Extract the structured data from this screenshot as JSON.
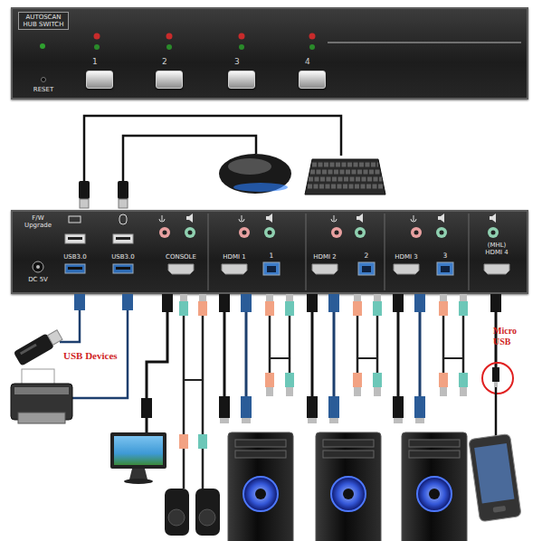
{
  "diagram": {
    "nodes": [
      {
        "text": [
          "AUTOSCAN HUB SWITCH",
          "RESET"
        ]
      },
      {
        "text": [
          "1"
        ],
        "in": 0
      },
      {
        "text": [
          "2"
        ],
        "in": 0
      },
      {
        "text": [
          "3"
        ],
        "in": 0
      },
      {
        "text": [
          "4"
        ],
        "in": 0
      },
      {
        "text": [
          "F/W Upgrade",
          "USB3.0",
          "USB3.0",
          "DC 5V",
          "CONSOLE",
          "HDMI 1",
          "1",
          "HDMI 2",
          "2",
          "HDMI 3",
          "3",
          "(MHL) HDMI 4"
        ]
      }
    ],
    "labels": [
      "USB Devices",
      "Micro USB"
    ]
  }
}
